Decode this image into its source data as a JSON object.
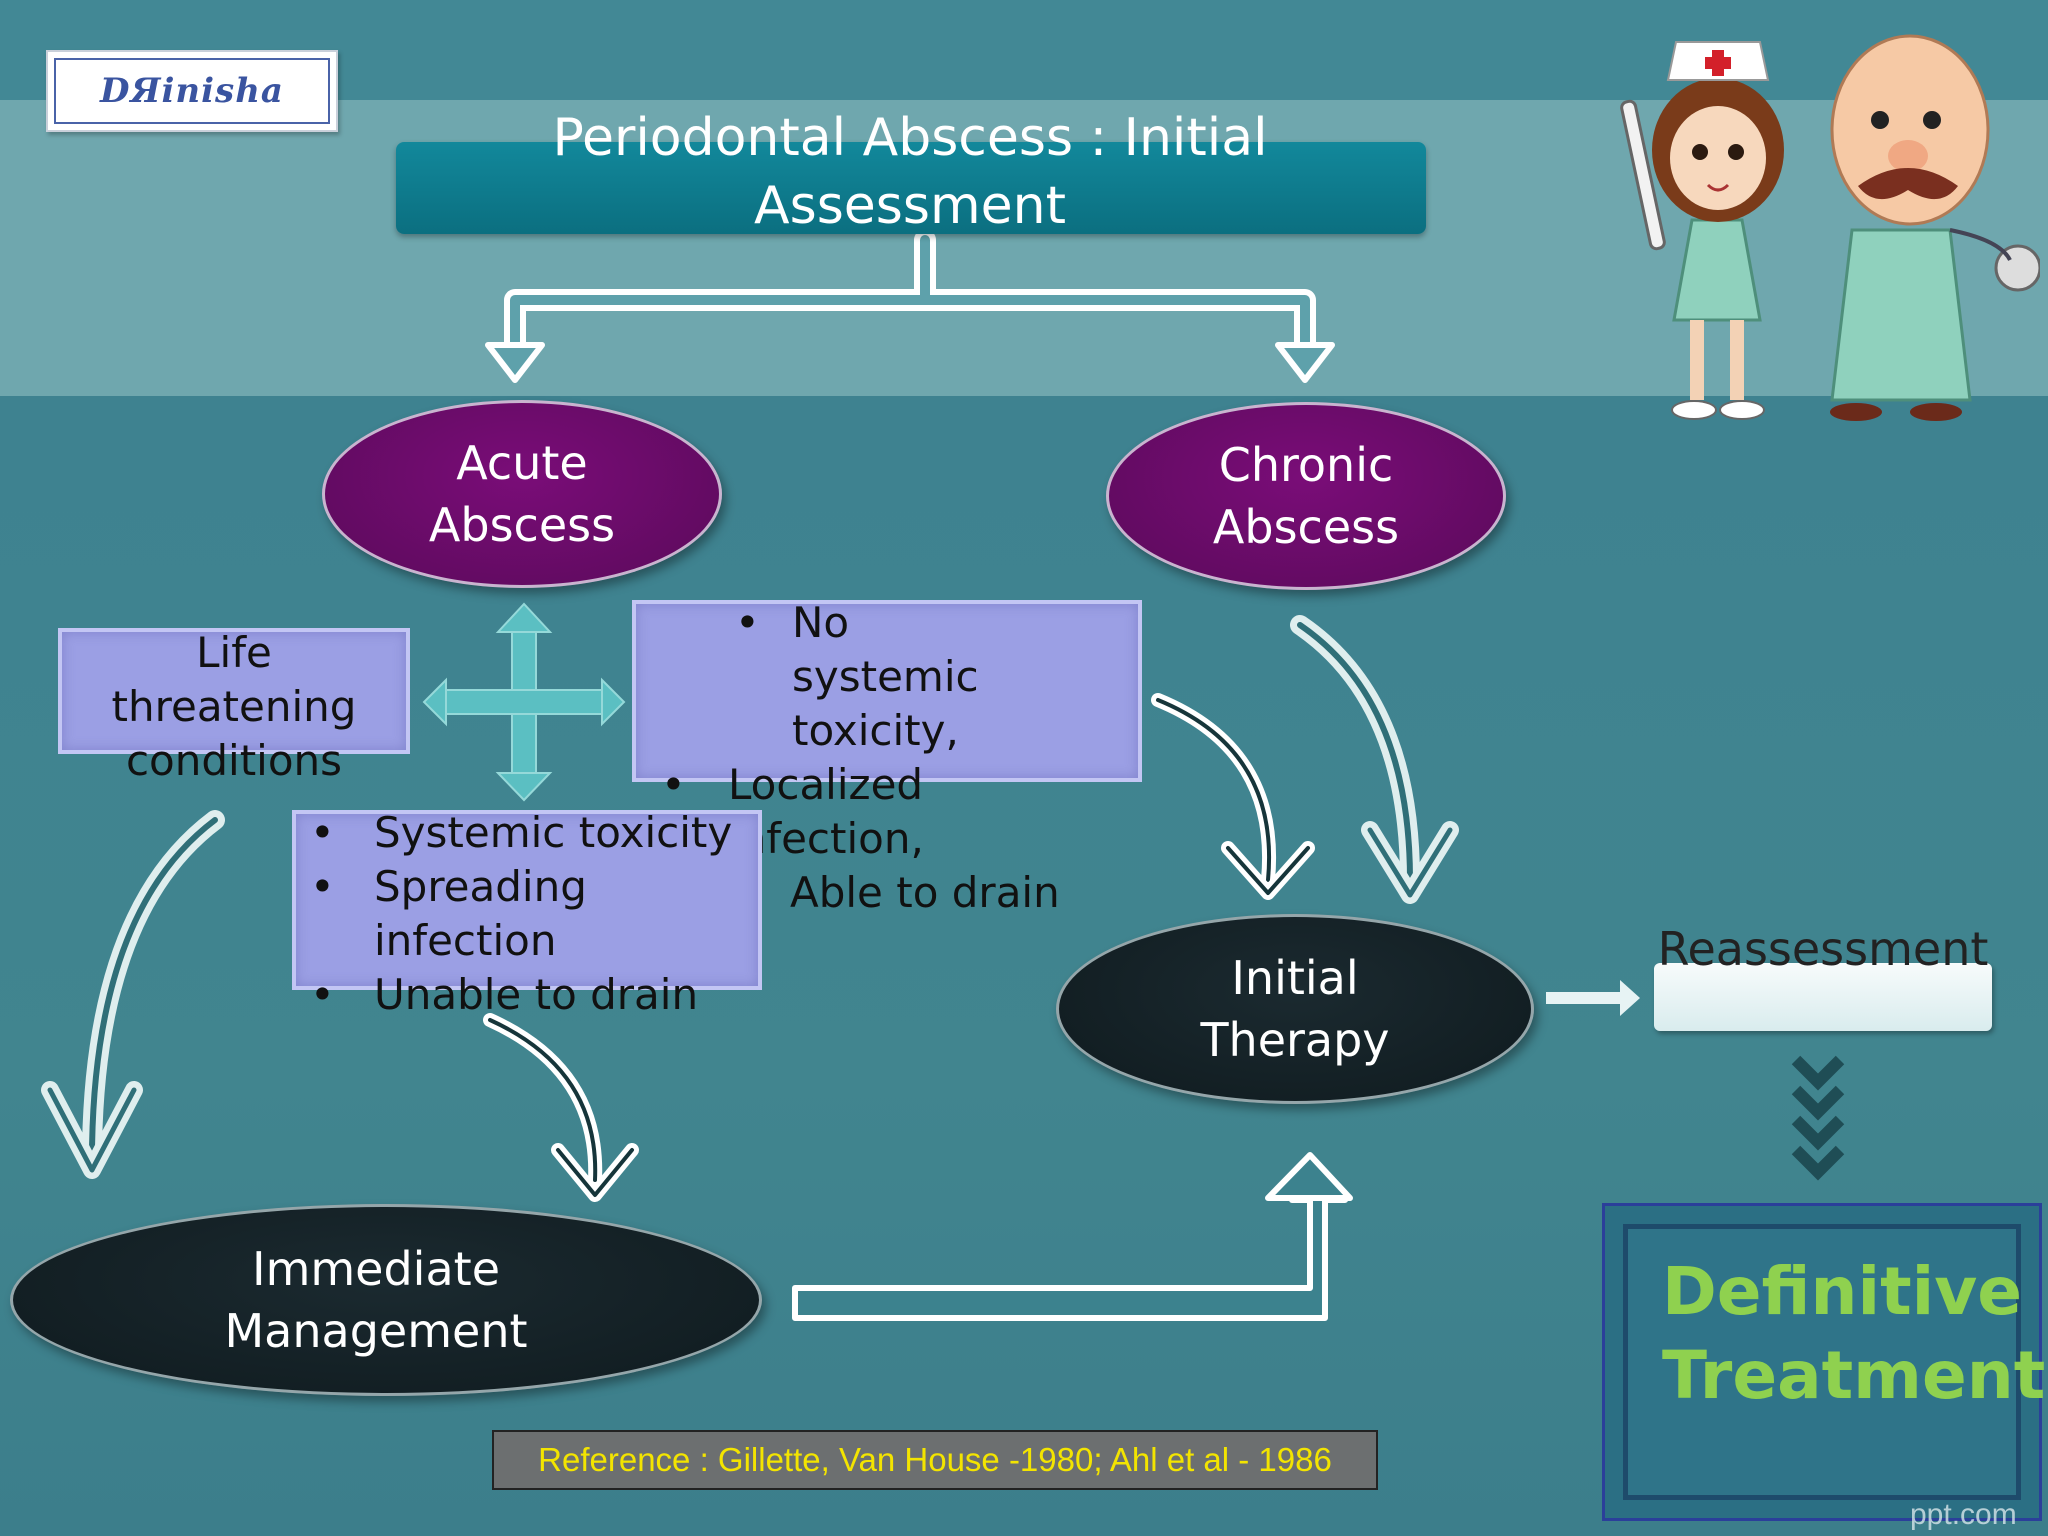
{
  "logo": {
    "text": "DЯinisha"
  },
  "title": "Periodontal Abscess : Initial Assessment",
  "nodes": {
    "acute": "Acute Abscess",
    "chronic": "Chronic Abscess",
    "initial_therapy": "Initial Therapy",
    "immediate": "Immediate Management",
    "reassessment": "Reassessment",
    "definitive": "Definitive Treatment"
  },
  "life_threatening": "Life threatening conditions",
  "no_systemic": {
    "items": [
      "No systemic toxicity,",
      "Localized infection,",
      "Able to drain"
    ]
  },
  "systemic": {
    "items": [
      "Systemic toxicity",
      "Spreading infection",
      "Unable to drain"
    ]
  },
  "reference": "Reference : Gillette, Van House -1980; Ahl et al - 1986",
  "watermark": "ppt.com",
  "colors": {
    "background": "#3f8390",
    "title_box": "#0b7f92",
    "abscess_ellipse": "#6a0a6a",
    "dark_ellipse": "#12202a",
    "criteria_box": "#9b9fe4",
    "definitive_text": "#8fd14f",
    "reference_text": "#f3e400"
  },
  "icons": [
    "nurse-cartoon",
    "doctor-cartoon",
    "four-way-arrow-icon",
    "chevron-down-icon"
  ]
}
